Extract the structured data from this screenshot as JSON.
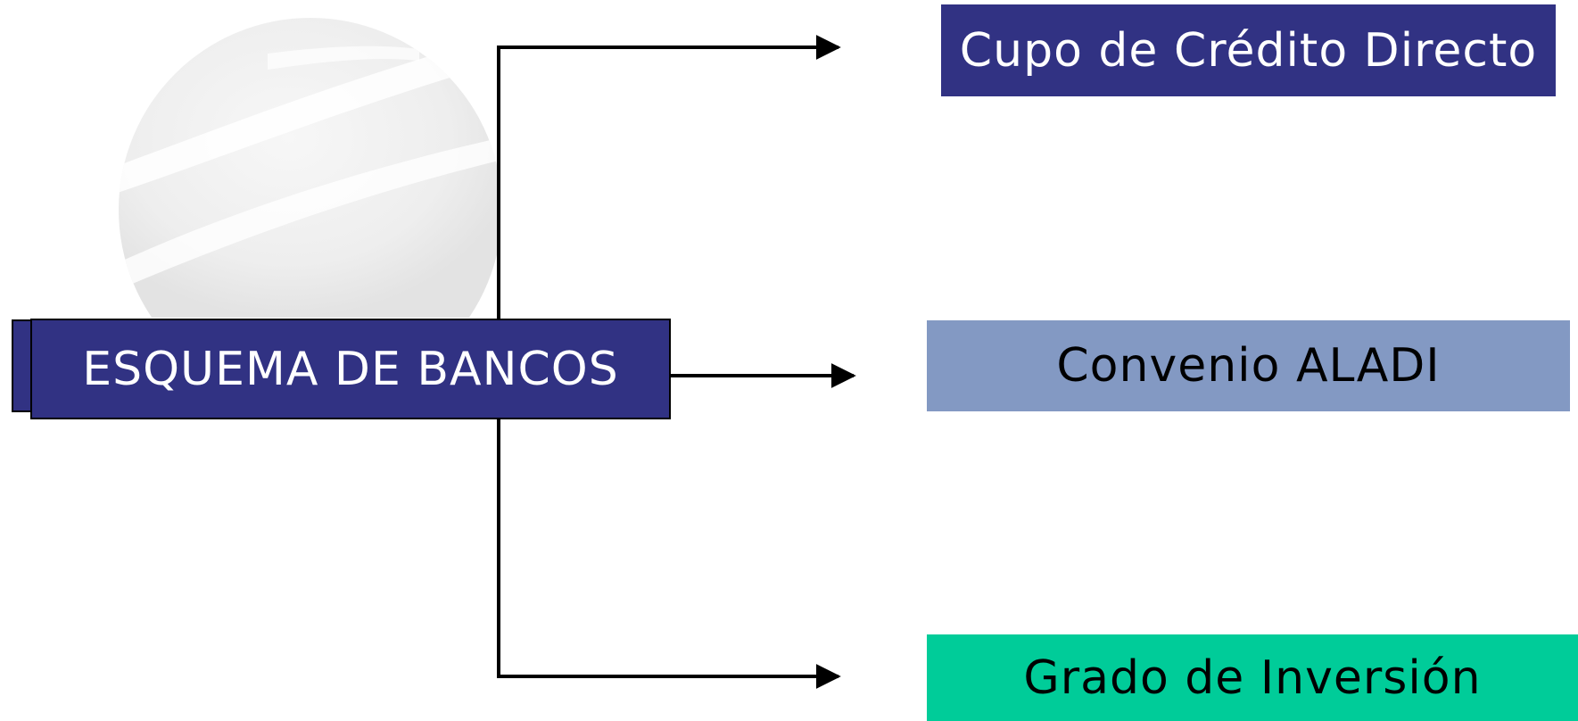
{
  "colors": {
    "main_box": "#313283",
    "main_text": "#ffffff",
    "target_1_bg": "#313283",
    "target_1_text": "#ffffff",
    "target_2_bg": "#8399c3",
    "target_2_text": "#000000",
    "target_3_bg": "#00cc99",
    "target_3_text": "#000000",
    "connector": "#000000"
  },
  "diagram": {
    "source": {
      "label": "ESQUEMA DE BANCOS"
    },
    "targets": [
      {
        "label": "Cupo de Crédito Directo"
      },
      {
        "label": "Convenio ALADI"
      },
      {
        "label": "Grado de Inversión"
      }
    ]
  },
  "decoration": {
    "watermark_icon": "globe-watermark-icon"
  }
}
